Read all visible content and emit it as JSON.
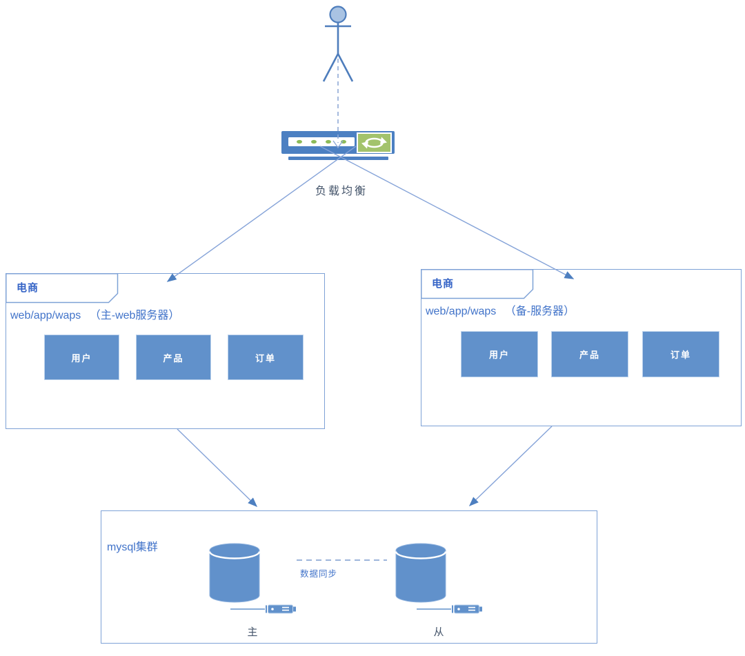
{
  "diagram": {
    "actor": {
      "icon": "person-stick-figure-icon"
    },
    "load_balancer": {
      "label": "负载均衡",
      "icon": "sync-arrows-icon",
      "indicator_dots": 4
    },
    "frames": {
      "primary": {
        "tab_title": "电商",
        "subtitle": "web/app/waps 　（主-web服务器）",
        "modules": [
          "用户",
          "产品",
          "订单"
        ]
      },
      "backup": {
        "tab_title": "电商",
        "subtitle": "web/app/waps 　（备-服务器）",
        "modules": [
          "用户",
          "产品",
          "订单"
        ]
      }
    },
    "mysql_cluster": {
      "title": "mysql集群",
      "sync_label": "数据同步",
      "databases": [
        {
          "role_label": "主",
          "icon": "database-cylinder-icon"
        },
        {
          "role_label": "从",
          "icon": "database-cylinder-icon"
        }
      ]
    },
    "colors": {
      "node_fill": "#6191CB",
      "connector_line": "#85A3D8",
      "arrowhead": "#4D7FC0",
      "frame_border": "#7DA1D6",
      "frame_title_text": "#3463C6",
      "body_text": "#4173C9",
      "dark_label": "#44546A",
      "lb_body": "#4C80C2",
      "lb_icon_green": "#A3C36C",
      "indicator_dot_green": "#8DBB59",
      "actor_fill": "#A9C3E3"
    }
  }
}
